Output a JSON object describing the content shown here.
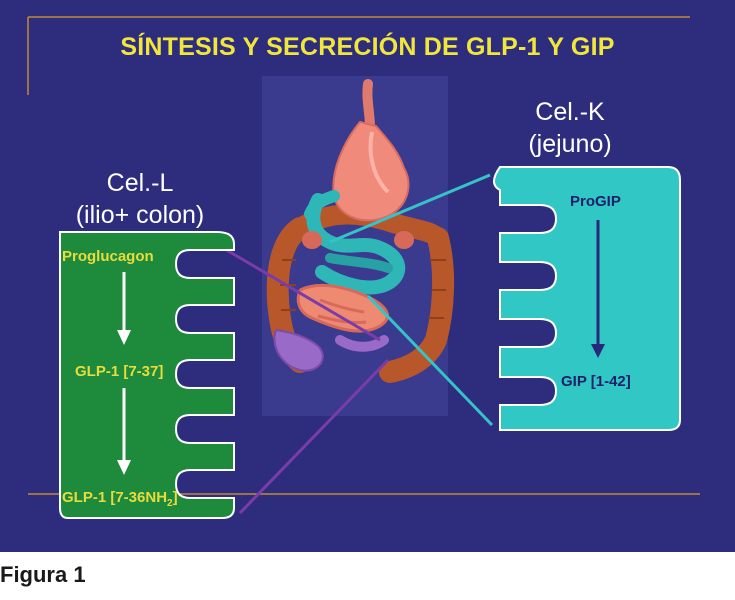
{
  "title": "SÍNTESIS Y SECRECIÓN DE GLP-1 Y GIP",
  "cell_l": {
    "title": "Cel.-L",
    "subtitle": "(ilio+ colon)",
    "steps": [
      "Proglucagon",
      "GLP-1 [7-37]",
      "GLP-1 [7-36NH",
      "2",
      "]"
    ]
  },
  "cell_k": {
    "title": "Cel.-K",
    "subtitle": "(jejuno)",
    "steps": [
      "ProGIP",
      "GIP [1-42]"
    ]
  },
  "caption": "Figura 1",
  "colors": {
    "background": "#2e2c7c",
    "title": "#f0e63c",
    "cell_l_fill": "#1e8a3c",
    "cell_k_fill": "#31c7c5",
    "gold_rule": "#c08a3a",
    "gut_panel": "#3a3a8e",
    "connector_l": "#7a3ca8",
    "connector_k": "#35c3c7",
    "k_arrow": "#262a7a"
  },
  "icons": [
    "stomach-illustration",
    "intestine-illustration",
    "down-arrow-icon"
  ]
}
